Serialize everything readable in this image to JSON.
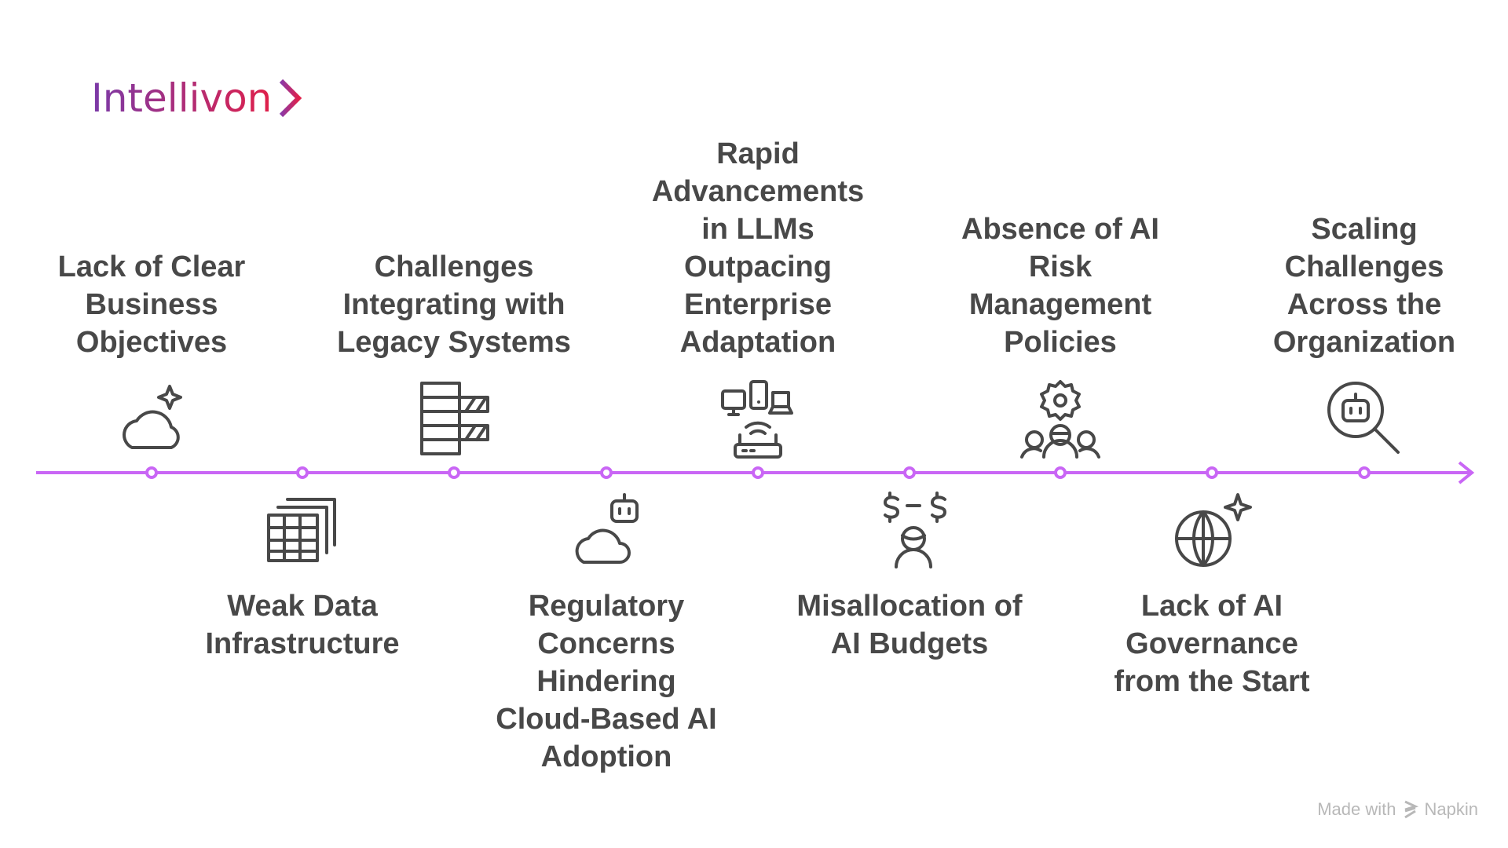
{
  "brand": {
    "name": "Intellivon",
    "gradient_start": "#7a3aa8",
    "gradient_end": "#e0204a"
  },
  "timeline": {
    "color": "#c966f5",
    "node_count": 9
  },
  "items": [
    {
      "label": "Lack of Clear Business Objectives",
      "icon": "cloud-sparkle-icon",
      "position": "top",
      "node": 0
    },
    {
      "label": "Weak Data Infrastructure",
      "icon": "data-table-icon",
      "position": "bottom",
      "node": 1
    },
    {
      "label": "Challenges Integrating with Legacy Systems",
      "icon": "stacked-blocks-icon",
      "position": "top",
      "node": 2
    },
    {
      "label": "Regulatory Concerns Hindering Cloud-Based AI Adoption",
      "icon": "cloud-robot-icon",
      "position": "bottom",
      "node": 3
    },
    {
      "label": "Rapid Advancements in LLMs Outpacing Enterprise Adaptation",
      "icon": "devices-router-icon",
      "position": "top",
      "node": 4
    },
    {
      "label": "Misallocation of AI Budgets",
      "icon": "person-money-icon",
      "position": "bottom",
      "node": 5
    },
    {
      "label": "Absence of AI Risk Management Policies",
      "icon": "team-gear-icon",
      "position": "top",
      "node": 6
    },
    {
      "label": "Lack of AI Governance from the Start",
      "icon": "globe-sparkle-icon",
      "position": "bottom",
      "node": 7
    },
    {
      "label": "Scaling Challenges Across the Organization",
      "icon": "robot-search-icon",
      "position": "top",
      "node": 8
    }
  ],
  "footer": {
    "made_with": "Made with",
    "app": "Napkin"
  }
}
